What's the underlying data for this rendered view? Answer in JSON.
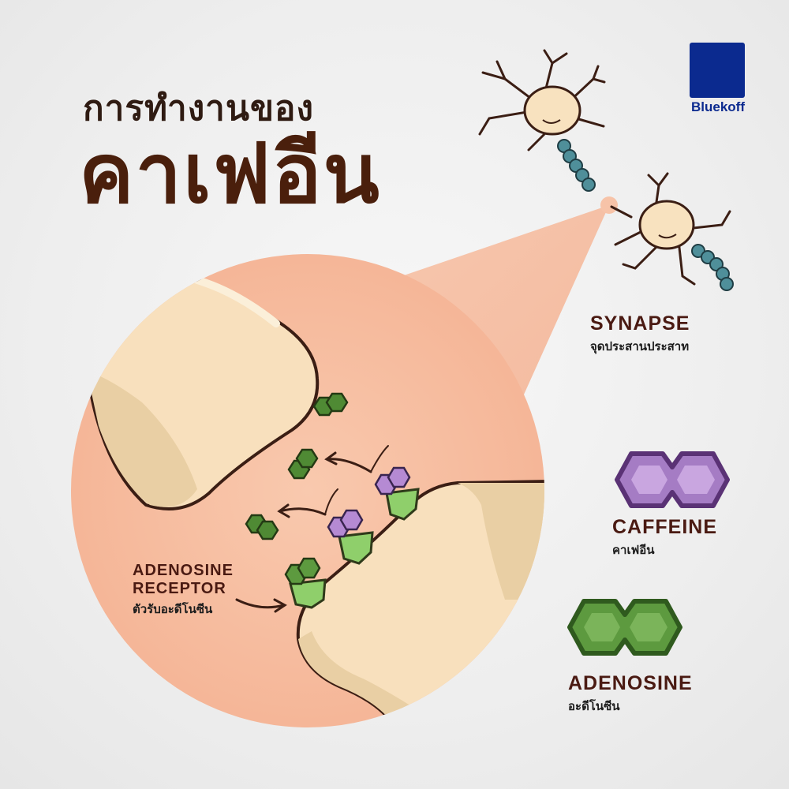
{
  "title": {
    "line1": "การทำงานของ",
    "line2": "คาเฟอีน"
  },
  "brand": {
    "name": "Bluekoff",
    "color": "#0b2a8f"
  },
  "labels": {
    "synapse": {
      "en": "SYNAPSE",
      "th": "จุดประสานประสาท"
    },
    "caffeine": {
      "en": "CAFFEINE",
      "th": "คาเฟอีน"
    },
    "adenosine": {
      "en": "ADENOSINE",
      "th": "อะดีโนซีน"
    },
    "receptor": {
      "en_line1": "ADENOSINE",
      "en_line2": "RECEPTOR",
      "th": "ตัวรับอะดีโนซีน"
    }
  },
  "colors": {
    "background": "#eeeeee",
    "zoom_circle": "#f6b79a",
    "neuron_terminal": "#f8e2bf",
    "caffeine": "#a57cc4",
    "adenosine": "#5d9a3f",
    "receptor": "#8fcf6b",
    "outline": "#3b1e14",
    "text_dark": "#4a1a12"
  },
  "icons": [
    "neuron-icon",
    "caffeine-molecule-icon",
    "adenosine-molecule-icon",
    "adenosine-receptor-icon",
    "arrow-icon"
  ]
}
